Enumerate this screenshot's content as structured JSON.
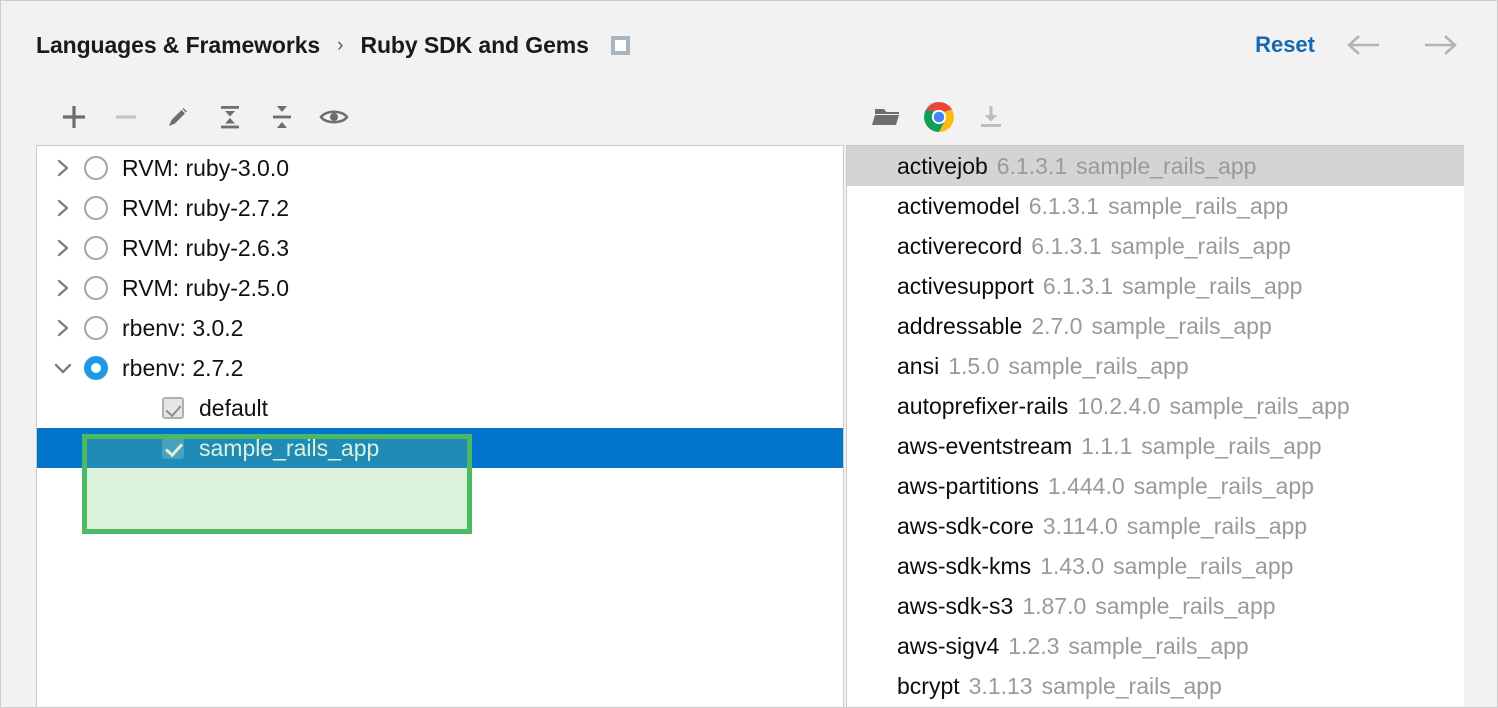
{
  "header": {
    "breadcrumb": {
      "parent": "Languages & Frameworks",
      "separator": "›",
      "current": "Ruby SDK and Gems",
      "icon": "project-window-icon"
    },
    "reset_label": "Reset",
    "back_icon": "arrow-left-icon",
    "forward_icon": "arrow-right-icon",
    "accent_color": "#1569b0"
  },
  "left_panel": {
    "toolbar": [
      {
        "name": "add-sdk-button",
        "icon": "plus-icon",
        "enabled": true
      },
      {
        "name": "remove-sdk-button",
        "icon": "minus-icon",
        "enabled": false
      },
      {
        "name": "edit-sdk-button",
        "icon": "pencil-icon",
        "enabled": true
      },
      {
        "name": "expand-all-button",
        "icon": "expand-all-icon",
        "enabled": true
      },
      {
        "name": "collapse-all-button",
        "icon": "collapse-all-icon",
        "enabled": true
      },
      {
        "name": "show-hidden-button",
        "icon": "eye-icon",
        "enabled": true
      }
    ],
    "tree": [
      {
        "label": "RVM: ruby-3.0.0",
        "expanded": false,
        "selected_radio": false
      },
      {
        "label": "RVM: ruby-2.7.2",
        "expanded": false,
        "selected_radio": false
      },
      {
        "label": "RVM: ruby-2.6.3",
        "expanded": false,
        "selected_radio": false
      },
      {
        "label": "RVM: ruby-2.5.0",
        "expanded": false,
        "selected_radio": false
      },
      {
        "label": "rbenv: 3.0.2",
        "expanded": false,
        "selected_radio": false
      },
      {
        "label": "rbenv: 2.7.2",
        "expanded": true,
        "selected_radio": true
      }
    ],
    "gemsets": [
      {
        "label": "default",
        "checked": true,
        "enabled": false,
        "row_selected": false
      },
      {
        "label": "sample_rails_app",
        "checked": true,
        "enabled": true,
        "row_selected": true
      }
    ],
    "selection_color": "#0276cd"
  },
  "annotation": {
    "name": "gemsets-highlight-box",
    "border_color": "#4cb963",
    "fill_color": "rgba(118,201,120,0.26)"
  },
  "right_panel": {
    "toolbar": [
      {
        "name": "open-gems-folder-button",
        "icon": "folder-icon",
        "enabled": true
      },
      {
        "name": "open-in-browser-button",
        "icon": "chrome-icon",
        "enabled": true
      },
      {
        "name": "install-gem-button",
        "icon": "download-icon",
        "enabled": false
      }
    ],
    "columns": [
      "name",
      "version",
      "gemset"
    ],
    "gems": [
      {
        "name": "activejob",
        "version": "6.1.3.1",
        "gemset": "sample_rails_app",
        "highlighted": true
      },
      {
        "name": "activemodel",
        "version": "6.1.3.1",
        "gemset": "sample_rails_app",
        "highlighted": false
      },
      {
        "name": "activerecord",
        "version": "6.1.3.1",
        "gemset": "sample_rails_app",
        "highlighted": false
      },
      {
        "name": "activesupport",
        "version": "6.1.3.1",
        "gemset": "sample_rails_app",
        "highlighted": false
      },
      {
        "name": "addressable",
        "version": "2.7.0",
        "gemset": "sample_rails_app",
        "highlighted": false
      },
      {
        "name": "ansi",
        "version": "1.5.0",
        "gemset": "sample_rails_app",
        "highlighted": false
      },
      {
        "name": "autoprefixer-rails",
        "version": "10.2.4.0",
        "gemset": "sample_rails_app",
        "highlighted": false
      },
      {
        "name": "aws-eventstream",
        "version": "1.1.1",
        "gemset": "sample_rails_app",
        "highlighted": false
      },
      {
        "name": "aws-partitions",
        "version": "1.444.0",
        "gemset": "sample_rails_app",
        "highlighted": false
      },
      {
        "name": "aws-sdk-core",
        "version": "3.114.0",
        "gemset": "sample_rails_app",
        "highlighted": false
      },
      {
        "name": "aws-sdk-kms",
        "version": "1.43.0",
        "gemset": "sample_rails_app",
        "highlighted": false
      },
      {
        "name": "aws-sdk-s3",
        "version": "1.87.0",
        "gemset": "sample_rails_app",
        "highlighted": false
      },
      {
        "name": "aws-sigv4",
        "version": "1.2.3",
        "gemset": "sample_rails_app",
        "highlighted": false
      },
      {
        "name": "bcrypt",
        "version": "3.1.13",
        "gemset": "sample_rails_app",
        "highlighted": false
      }
    ],
    "highlight_color": "#d4d4d4"
  }
}
